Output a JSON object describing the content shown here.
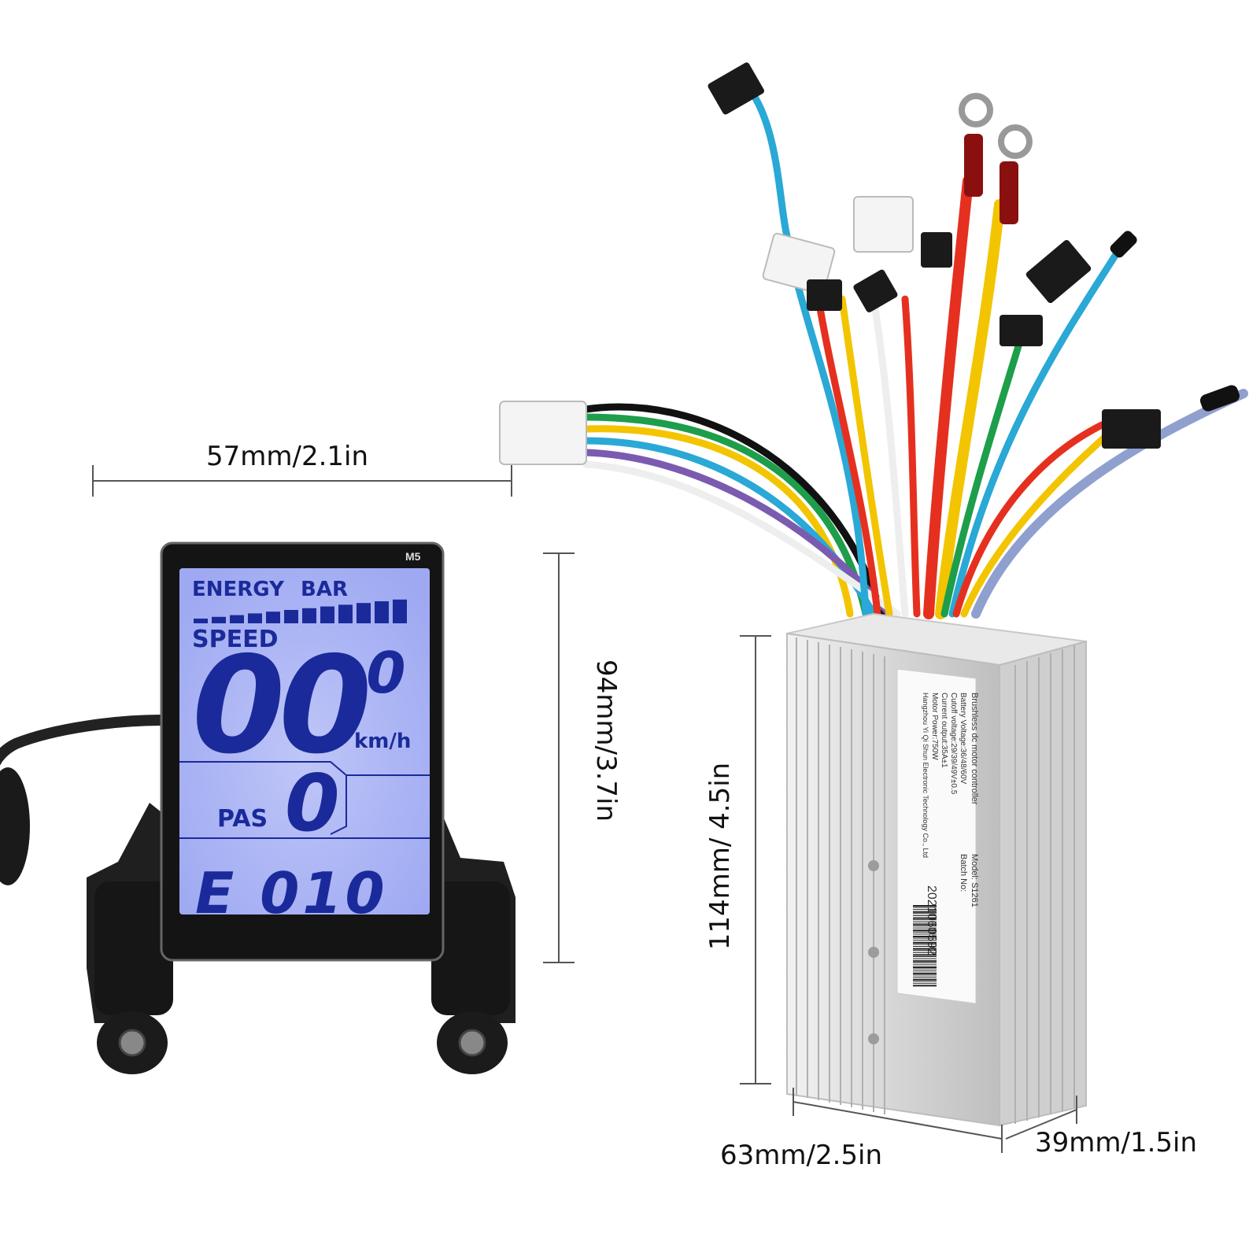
{
  "dimensions": {
    "display_width": "57mm/2.1in",
    "display_height": "94mm/3.7in",
    "controller_height": "114mm/ 4.5in",
    "controller_width": "63mm/2.5in",
    "controller_depth": "39mm/1.5in"
  },
  "display": {
    "model": "M5",
    "energy_label": "ENERGY",
    "bar_label": "BAR",
    "speed_label": "SPEED",
    "speed_value": "00",
    "speed_decimal": ".0",
    "speed_unit": "km/h",
    "pas_label": "PAS",
    "pas_value": "0",
    "error_code": "E 010",
    "energy_level_fraction": 1.0
  },
  "controller_label": {
    "title": "Brushless dc motor controller",
    "battery_voltage": "Battery Voltage:36/48/60V",
    "cutoff_voltage": "Cutoff voltage:29/39/49V±0.5",
    "current_output": "Current output:35A±1",
    "motor_power": "Motor Power:750W",
    "manufacturer": "Hangzhou Yi Qi Shun Electronic Technology Co., Ltd",
    "model": "Model: S1261",
    "batch": "Batch No:",
    "serial": "2021060592"
  },
  "colors": {
    "lcd_background": "#a9b3f5",
    "lcd_segments": "#1b2a9a",
    "housing": "#1c1c1c",
    "controller_body": "#d8d8d8"
  }
}
